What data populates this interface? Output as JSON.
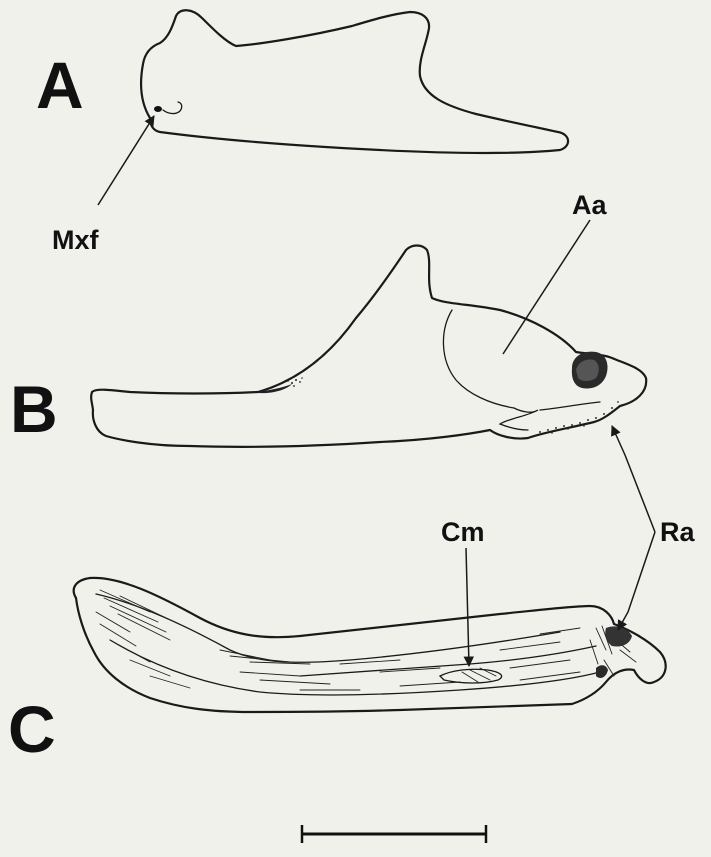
{
  "panels": [
    {
      "id": "A",
      "letter": "A"
    },
    {
      "id": "B",
      "letter": "B"
    },
    {
      "id": "C",
      "letter": "C"
    }
  ],
  "labels": {
    "mxf": "Mxf",
    "aa": "Aa",
    "cm": "Cm",
    "ra": "Ra"
  },
  "colors": {
    "background": "#f1f1ec",
    "ink": "#1a1a1a"
  }
}
